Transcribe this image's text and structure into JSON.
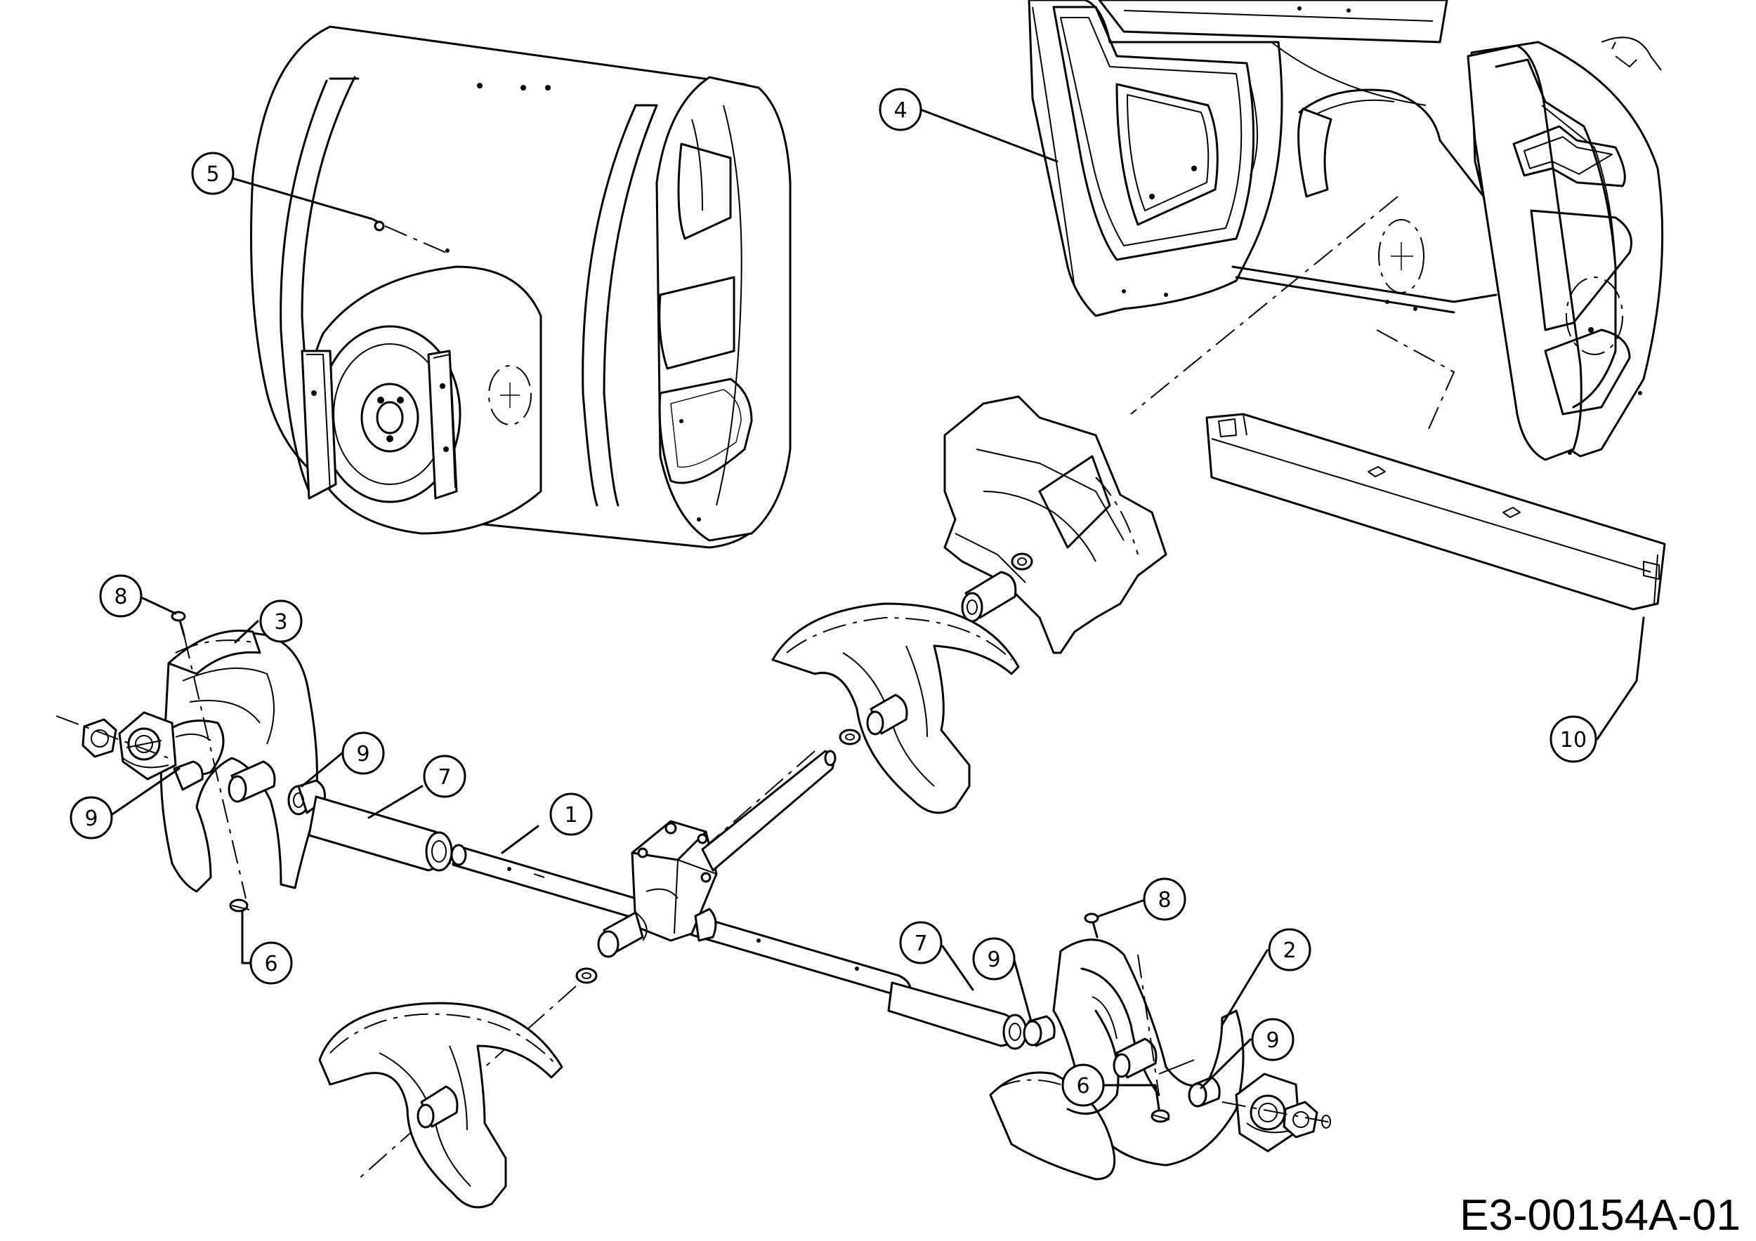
{
  "callouts": [
    {
      "id": "1",
      "label": "1"
    },
    {
      "id": "2",
      "label": "2"
    },
    {
      "id": "3",
      "label": "3"
    },
    {
      "id": "4",
      "label": "4"
    },
    {
      "id": "5",
      "label": "5"
    },
    {
      "id": "6a",
      "label": "6"
    },
    {
      "id": "6b",
      "label": "6"
    },
    {
      "id": "7a",
      "label": "7"
    },
    {
      "id": "7b",
      "label": "7"
    },
    {
      "id": "8a",
      "label": "8"
    },
    {
      "id": "8b",
      "label": "8"
    },
    {
      "id": "9a",
      "label": "9"
    },
    {
      "id": "9b",
      "label": "9"
    },
    {
      "id": "9c",
      "label": "9"
    },
    {
      "id": "9d",
      "label": "9"
    },
    {
      "id": "10",
      "label": "10"
    }
  ],
  "drawing_code": "E3-00154A-01"
}
